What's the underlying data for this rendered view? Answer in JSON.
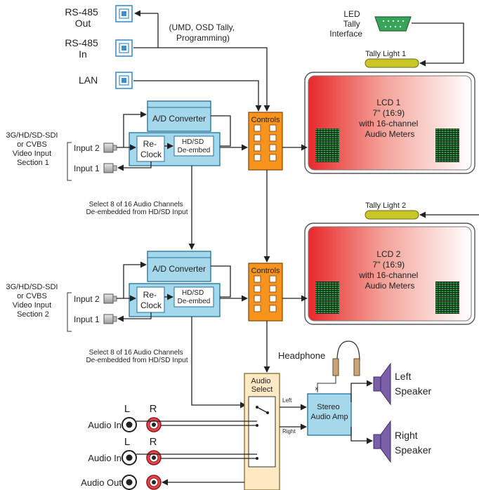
{
  "labels": {
    "rs485_out": [
      "RS-485",
      "Out"
    ],
    "rs485_in": [
      "RS-485",
      "In"
    ],
    "lan": "LAN",
    "umd_note": [
      "(UMD, OSD Tally,",
      "Programming)"
    ],
    "led_tally": [
      "LED",
      "Tally",
      "Interface"
    ],
    "tally1": "Tally Light 1",
    "tally2": "Tally Light 2",
    "controls": "Controls",
    "ad_converter": "A/D Converter",
    "reclock": [
      "Re-",
      "Clock"
    ],
    "hdsd": [
      "HD/SD",
      "De-embed"
    ],
    "input2": "Input 2",
    "input1": "Input 1",
    "section1": [
      "3G/HD/SD-SDI",
      "or CVBS",
      "Video Input",
      "Section 1"
    ],
    "section2": [
      "3G/HD/SD-SDI",
      "or CVBS",
      "Video Input",
      "Section 2"
    ],
    "select_note": [
      "Select 8 of 16  Audio Channels",
      "De-embedded from HD/SD Input"
    ],
    "lcd1": [
      "LCD 1",
      "7\" (16:9)",
      "with 16-channel",
      "Audio Meters"
    ],
    "lcd2": [
      "LCD 2",
      "7\" (16:9)",
      "with 16-channel",
      "Audio Meters"
    ],
    "audio_select": [
      "Audio",
      "Select"
    ],
    "headphone": "Headphone",
    "stereo_amp": [
      "Stereo",
      "Audio Amp"
    ],
    "left": "Left",
    "right": "Right",
    "left_speaker": [
      "Left",
      "Speaker"
    ],
    "right_speaker": [
      "Right",
      "Speaker"
    ],
    "L": "L",
    "R": "R",
    "audio_in": "Audio In",
    "audio_out": "Audio Out"
  },
  "colors": {
    "controls": "#f7941d",
    "module": "#a6d8ec",
    "lcd_red": "#e8282b",
    "tally": "#c9c62a",
    "led": "#3aa35a",
    "jack_red": "#e8454b",
    "audio_select": "#fde9c4",
    "amp": "#a6d8ec",
    "speaker": "#7b5fa8",
    "headphone": "#c9a57a"
  }
}
